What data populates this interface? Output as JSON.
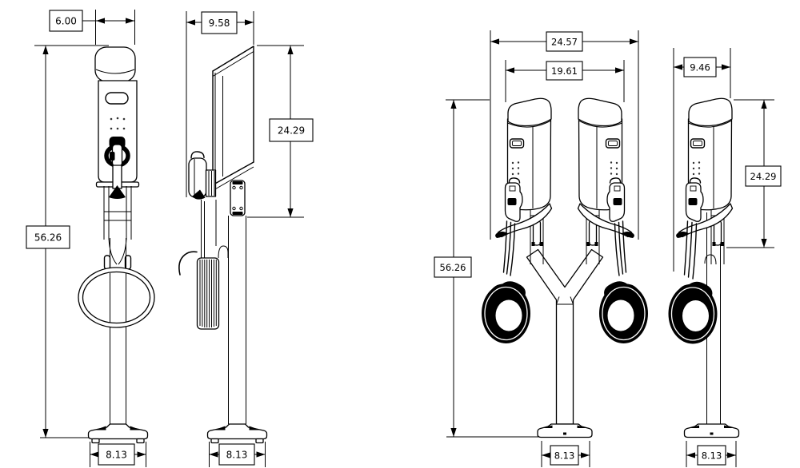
{
  "colors": {
    "line": "#000000",
    "background": "#ffffff"
  },
  "views": [
    {
      "id": "single-front",
      "dimensions": {
        "top_width": "6.00",
        "height": "56.26",
        "base": "8.13"
      }
    },
    {
      "id": "single-side",
      "dimensions": {
        "top_depth": "9.58",
        "unit_height": "24.29",
        "base": "8.13"
      }
    },
    {
      "id": "dual-front",
      "dimensions": {
        "overall_width": "24.57",
        "units_width": "19.61",
        "height": "56.26",
        "base": "8.13"
      }
    },
    {
      "id": "dual-side",
      "dimensions": {
        "top_depth": "9.46",
        "unit_height": "24.29",
        "base": "8.13"
      }
    }
  ]
}
